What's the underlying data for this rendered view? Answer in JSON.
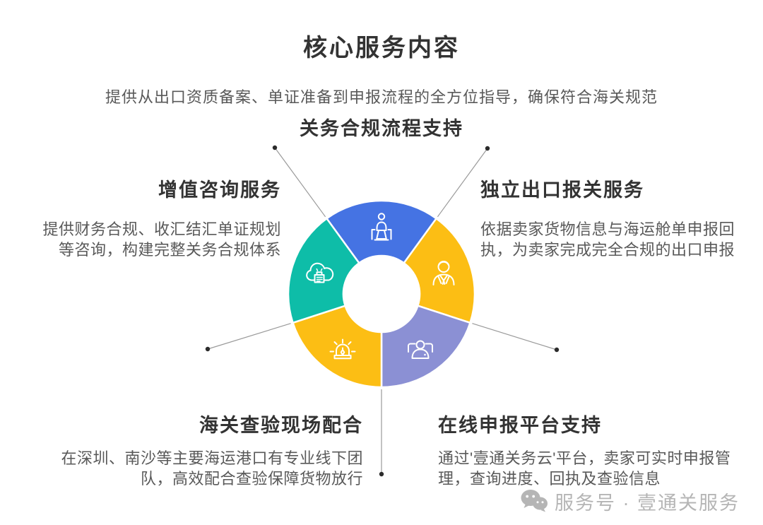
{
  "header": {
    "title": "核心服务内容",
    "subtitle": "提供从出口资质备案、单证准备到申报流程的全方位指导，确保符合海关规范"
  },
  "sections": {
    "top": {
      "title": "关务合规流程支持"
    },
    "left": {
      "title": "增值咨询服务",
      "desc": "提供财务合规、收汇结汇单证规划\n等咨询，构建完整关务合规体系"
    },
    "right": {
      "title": "独立出口报关服务",
      "desc": "依据卖家货物信息与海运舱单申报回\n执，为卖家完成完全合规的出口申报"
    },
    "bottom_left": {
      "title": "海关查验现场配合",
      "desc": "在深圳、南沙等主要海运港口有专业线下团\n队，高效配合查验保障货物放行"
    },
    "bottom_right": {
      "title": "在线申报平台支持",
      "desc": "通过'壹通关务云'平台，卖家可实时申报管\n理，查询进度、回执及查验信息"
    }
  },
  "donut": {
    "segments": [
      {
        "name": "compliance-process",
        "icon": "podium-speaker-icon",
        "color": "#4573E3"
      },
      {
        "name": "export-declaration",
        "icon": "businessman-icon",
        "color": "#FCBE14"
      },
      {
        "name": "online-platform",
        "icon": "team-icon",
        "color": "#8B90D4"
      },
      {
        "name": "inspection-support",
        "icon": "alarm-icon",
        "color": "#FCBE14"
      },
      {
        "name": "consulting-service",
        "icon": "cloud-printer-icon",
        "color": "#0EBDA8"
      }
    ],
    "leader_line_color": "#9a9a9a",
    "dot_color": "#2b2b2b"
  },
  "watermark": {
    "label": "服务号 · 壹通关服务",
    "icon": "wechat-icon",
    "color": "#b5b5b5"
  }
}
